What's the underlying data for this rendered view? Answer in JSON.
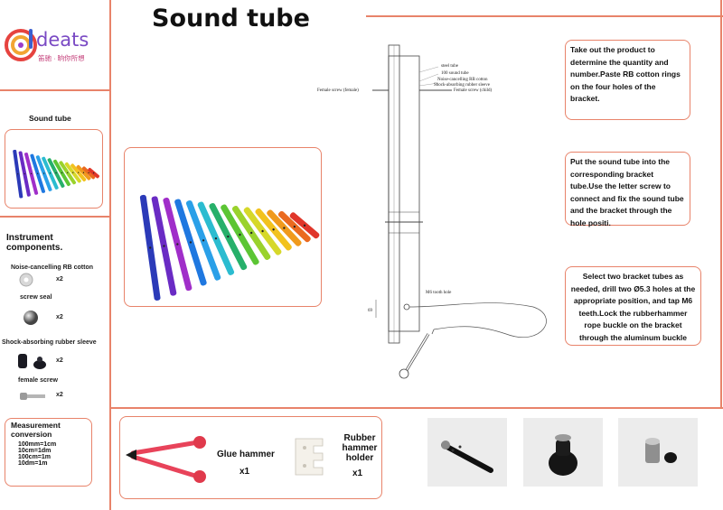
{
  "header": {
    "title": "Sound tube"
  },
  "brand": {
    "name": "deats",
    "tagline": "笛驰 · 晌你所想"
  },
  "sidebar": {
    "section_title": "Sound tube",
    "components_title": "Instrument components.",
    "components": [
      {
        "label": "Noise-cancelling RB cotton",
        "qty": "x2"
      },
      {
        "label": "screw seal",
        "qty": "x2"
      },
      {
        "label": "Shock-absorbing rubber sleeve",
        "qty": "x2"
      },
      {
        "label": "female screw",
        "qty": "x2"
      }
    ],
    "measure_title": "Measurement conversion",
    "measure_lines": [
      "100mm=1cm",
      "10cm=1dm",
      "100cm=1m",
      "10dm=1m"
    ]
  },
  "diagram": {
    "labels": [
      "steel tube",
      "100 sound tube",
      "Noise-cancelling RB cotton",
      "Shock-absorbing rubber sleeve",
      "Female screw (child)",
      "Female screw (female)",
      "M6 tooth hole",
      "69"
    ]
  },
  "instructions": [
    "Take out the product to determine the quantity and number.Paste RB cotton rings on the four holes of the bracket.",
    "Put the sound tube into the corresponding bracket tube.Use the letter screw to connect and fix the sound tube and the bracket through the hole positi.",
    "Select two bracket tubes as needed, drill two Ø5.3 holes at the appropriate position, and tap M6 teeth.Lock the rubberhammer rope buckle on the bracket through the aluminum buckle"
  ],
  "accessories": {
    "hammer_label": "Glue hammer",
    "hammer_qty": "x1",
    "holder_label": "Rubber hammer holder",
    "holder_qty": "x1"
  },
  "colors": {
    "accent": "#e8836a",
    "tubes": [
      "#2b3ab8",
      "#6a2bc4",
      "#a02ec9",
      "#1f78e0",
      "#2aa0e8",
      "#2bbcd0",
      "#27b06a",
      "#5cc534",
      "#9ad22c",
      "#d6d82a",
      "#f2c21e",
      "#f09a1c",
      "#ea6a1f",
      "#e0362a"
    ]
  }
}
